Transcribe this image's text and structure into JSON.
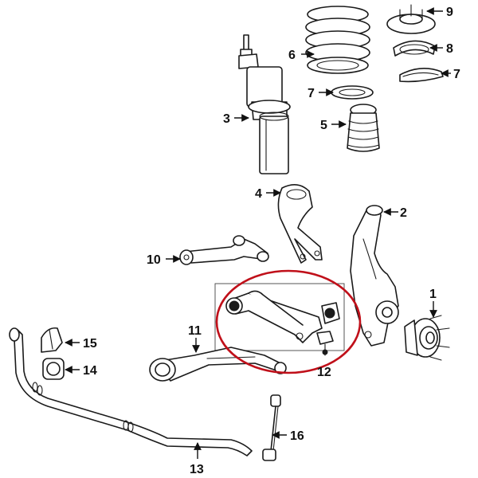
{
  "callouts": {
    "c1": "1",
    "c2": "2",
    "c3": "3",
    "c4": "4",
    "c5": "5",
    "c6": "6",
    "c7a": "7",
    "c7b": "7",
    "c8": "8",
    "c9": "9",
    "c10": "10",
    "c11": "11",
    "c12": "12",
    "c13": "13",
    "c14": "14",
    "c15": "15",
    "c16": "16"
  },
  "colors": {
    "highlight": "#c0101a",
    "line": "#1a1a1a",
    "background": "#ffffff"
  }
}
